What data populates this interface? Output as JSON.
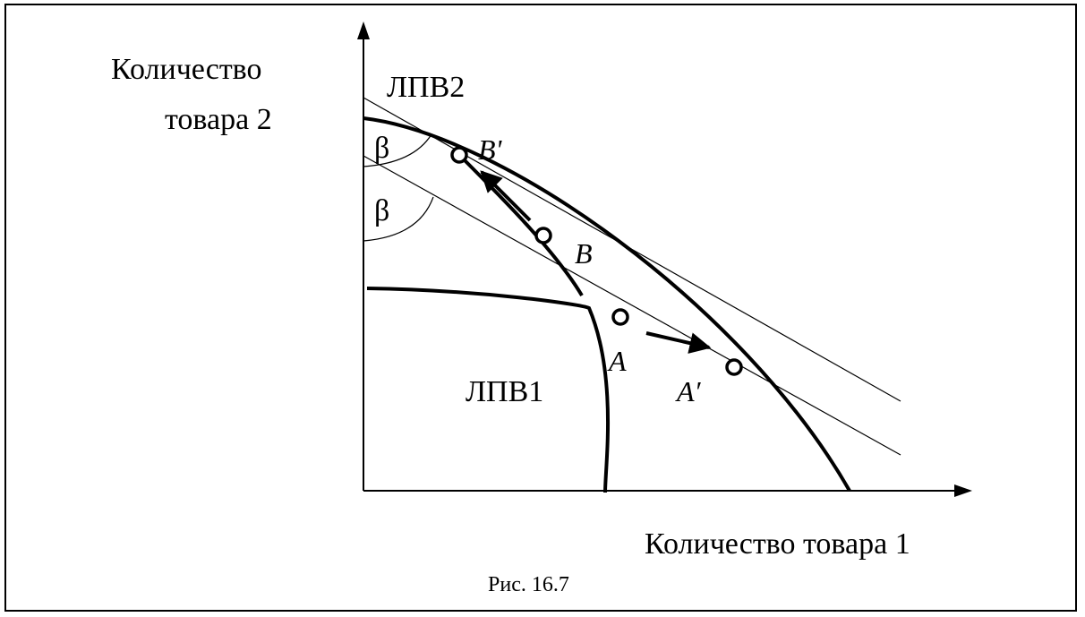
{
  "axes": {
    "y_label_line1": "Количество",
    "y_label_line2": "товара 2",
    "x_label": "Количество товара 1"
  },
  "curves": {
    "ppf1": "ЛПВ1",
    "ppf2": "ЛПВ2"
  },
  "angles": {
    "upper": "β",
    "lower": "β"
  },
  "points": {
    "a": "A",
    "a_prime": "A′",
    "b": "B",
    "b_prime": "B'"
  },
  "caption": "Рис. 16.7",
  "colors": {
    "ink": "#000000",
    "background": "#ffffff"
  }
}
